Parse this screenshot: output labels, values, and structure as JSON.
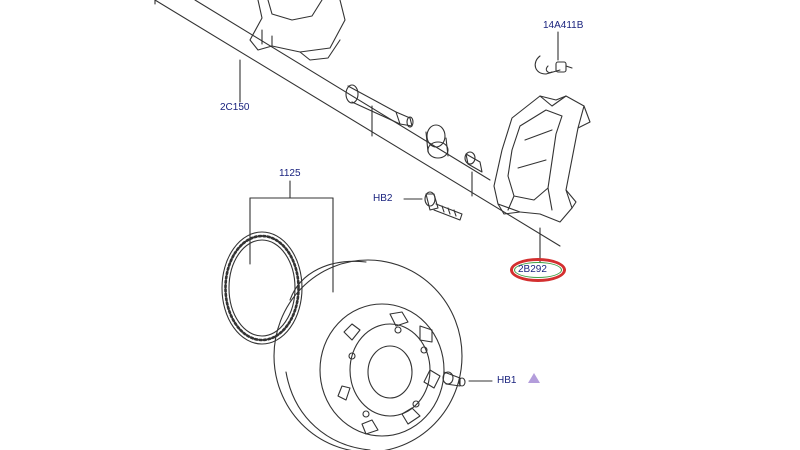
{
  "diagram": {
    "labels": {
      "caliper_assembly": "2C150",
      "abs_ring": "1125",
      "wear_sensor": "14A411B",
      "bolt_hb2": "HB2",
      "bolt_hb1": "HB1",
      "carrier": "2B292"
    },
    "highlighted_part": "2B292",
    "colors": {
      "line": "#333333",
      "label": "#1a237e",
      "highlight_outer": "#d32f2f",
      "highlight_inner": "#43a047",
      "marker": "#b39ddb"
    },
    "icons": [
      "triangle-marker-icon"
    ]
  }
}
